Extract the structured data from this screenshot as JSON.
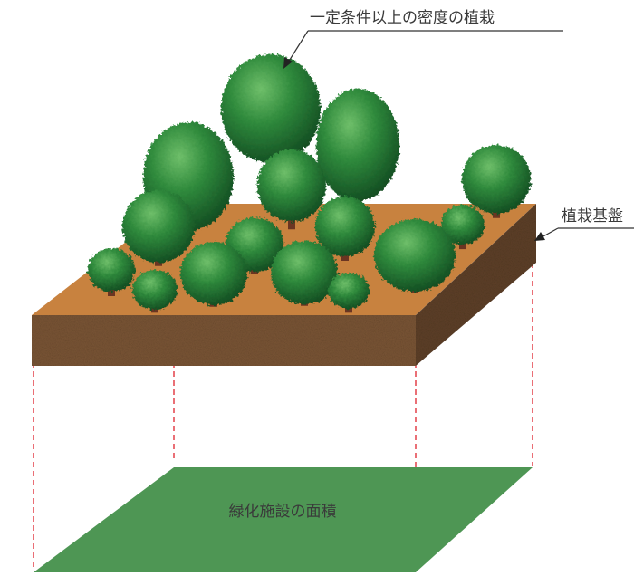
{
  "labels": {
    "planting_density": "一定条件以上の密度の植栽",
    "planting_base": "植栽基盤",
    "green_area": "緑化施設の面積"
  },
  "colors": {
    "soil_top": "#c8823f",
    "soil_side": "#7a5535",
    "green_area_fill": "#4e9654",
    "projection_line": "#e0323c",
    "tree_green": "#2f7d3a"
  }
}
